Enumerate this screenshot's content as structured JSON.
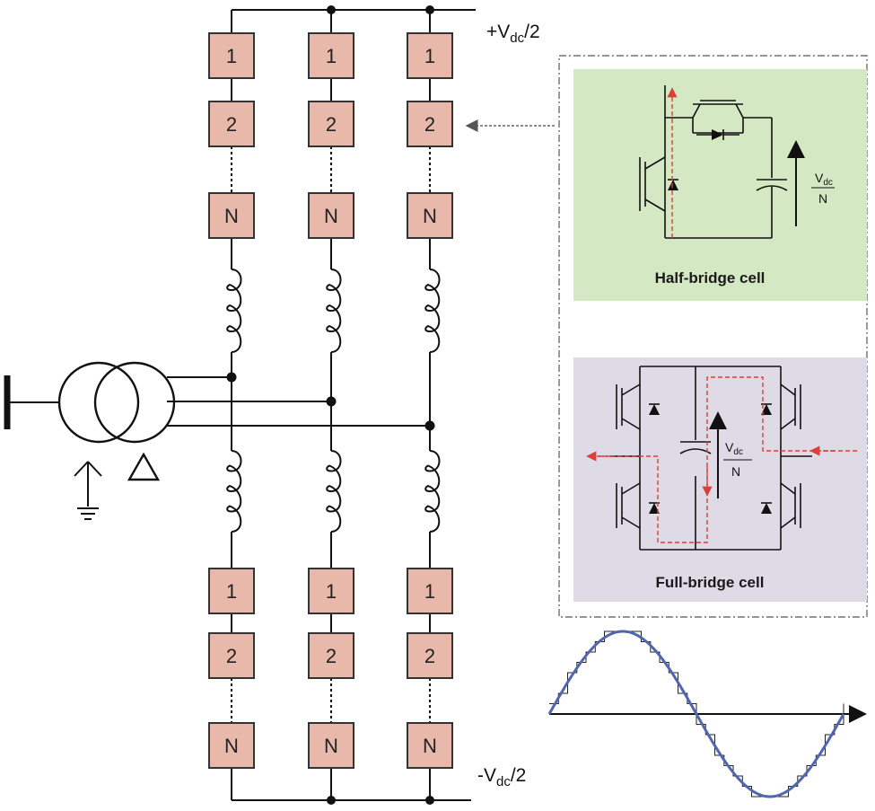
{
  "rails": {
    "top_label": "+V",
    "top_sub": "dc",
    "top_tail": "/2",
    "bottom_label": "-V",
    "bottom_sub": "dc",
    "bottom_tail": "/2"
  },
  "cells": {
    "first": "1",
    "second": "2",
    "last": "N"
  },
  "transformer": {
    "primary_symbol": "Y",
    "secondary_symbol": "Δ"
  },
  "half_bridge": {
    "title": "Half-bridge cell",
    "voltage_top": "V",
    "voltage_sub": "dc",
    "voltage_bottom": "N",
    "background": "#d5e8c4"
  },
  "full_bridge": {
    "title": "Full-bridge cell",
    "voltage_top": "V",
    "voltage_sub": "dc",
    "voltage_bottom": "N",
    "background": "#dedbe6"
  },
  "colors": {
    "cell_fill": "#e8b9ab",
    "sine": "#5067b0",
    "current_path": "#d9403a"
  }
}
